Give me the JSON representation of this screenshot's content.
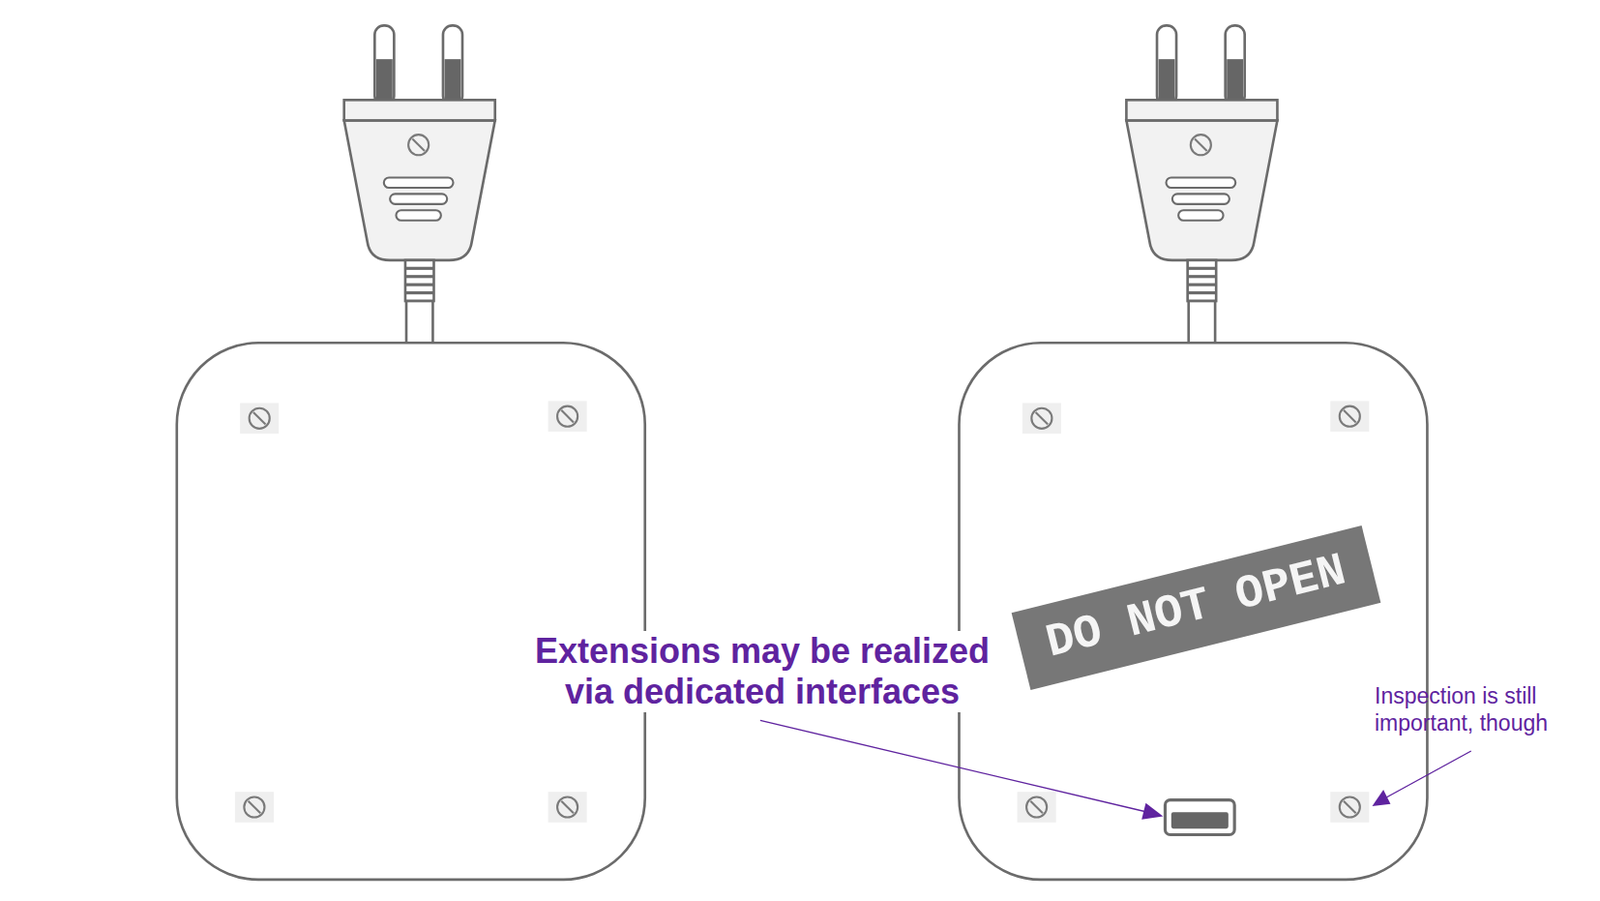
{
  "diagram": {
    "nodes": [
      {
        "text": [
          "DO NOT OPEN"
        ]
      }
    ],
    "labels": [
      "Extensions may be realized via dedicated interfaces",
      "Inspection is still important, though"
    ]
  }
}
